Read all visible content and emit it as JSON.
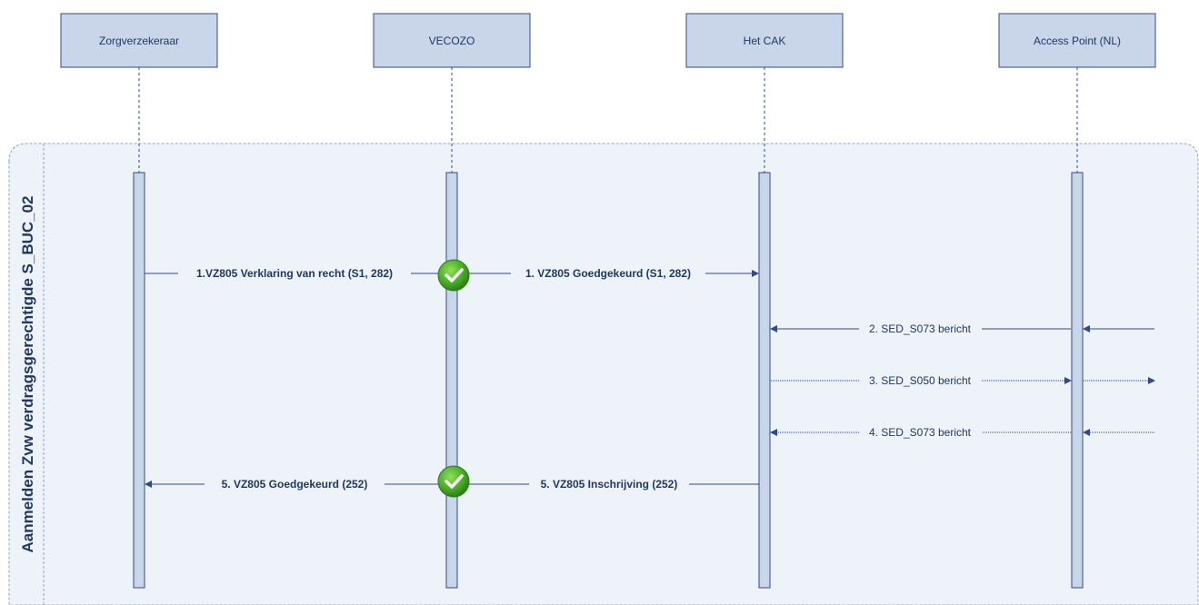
{
  "lane": {
    "title": "Aanmelden Zvw verdragsgerechtigde S_BUC_02"
  },
  "actors": [
    "Zorgverzekeraar",
    "VECOZO",
    "Het CAK",
    "Access Point (NL)"
  ],
  "messages": [
    {
      "label": "1.VZ805 Verklaring van recht (S1, 282)",
      "from": "Zorgverzekeraar",
      "to": "VECOZO",
      "style": "bold-solid"
    },
    {
      "label": "1. VZ805 Goedgekeurd (S1, 282)",
      "from": "VECOZO",
      "to": "Het CAK",
      "style": "bold-solid"
    },
    {
      "label": "2. SED_S073 bericht",
      "from": "external",
      "to": "Het CAK",
      "style": "thin-solid"
    },
    {
      "label": "3. SED_S050 bericht",
      "from": "Het CAK",
      "to": "external",
      "style": "dotted"
    },
    {
      "label": "4. SED_S073 bericht",
      "from": "external",
      "to": "Het CAK",
      "style": "dotted"
    },
    {
      "label": "5. VZ805 Inschrijving (252)",
      "from": "Het CAK",
      "to": "VECOZO",
      "style": "bold-solid"
    },
    {
      "label": "5. VZ805 Goedgekeurd (252)",
      "from": "VECOZO",
      "to": "Zorgverzekeraar",
      "style": "bold-solid"
    }
  ],
  "check_icons": [
    "check-circle-icon",
    "check-circle-icon"
  ],
  "colors": {
    "line": "#2e4a8c",
    "text": "#1f3864",
    "box_fill": "#c9d5e8",
    "lane_fill": "#eef2f9",
    "check_green": "#4caf28"
  }
}
